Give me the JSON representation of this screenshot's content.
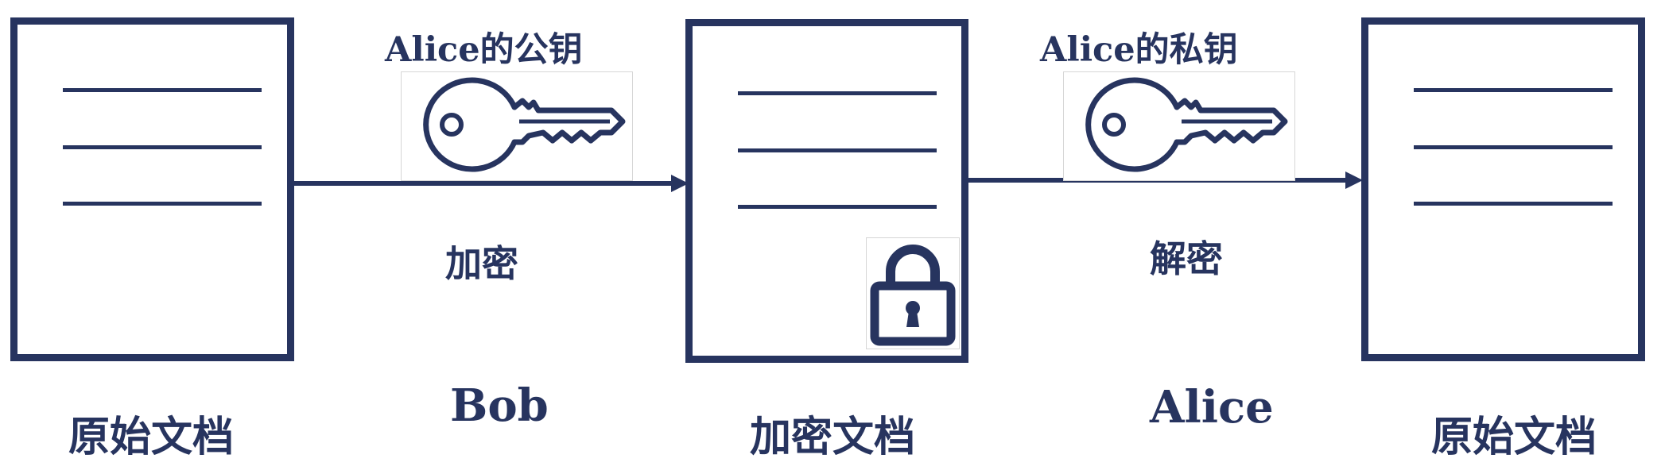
{
  "colors": {
    "primary": "#27345f",
    "background": "#ffffff",
    "icon_box_border": "#d6d6d6"
  },
  "documents": {
    "original_left": {
      "label": "原始文档",
      "icon": "document-icon"
    },
    "encrypted": {
      "label": "加密文档",
      "icon": "document-icon",
      "badge_icon": "lock-icon"
    },
    "original_right": {
      "label": "原始文档",
      "icon": "document-icon"
    }
  },
  "steps": {
    "encrypt": {
      "key_label": "Alice的公钥",
      "key_icon": "key-icon",
      "action": "加密",
      "actor": "Bob"
    },
    "decrypt": {
      "key_label": "Alice的私钥",
      "key_icon": "key-icon",
      "action": "解密",
      "actor": "Alice"
    }
  }
}
